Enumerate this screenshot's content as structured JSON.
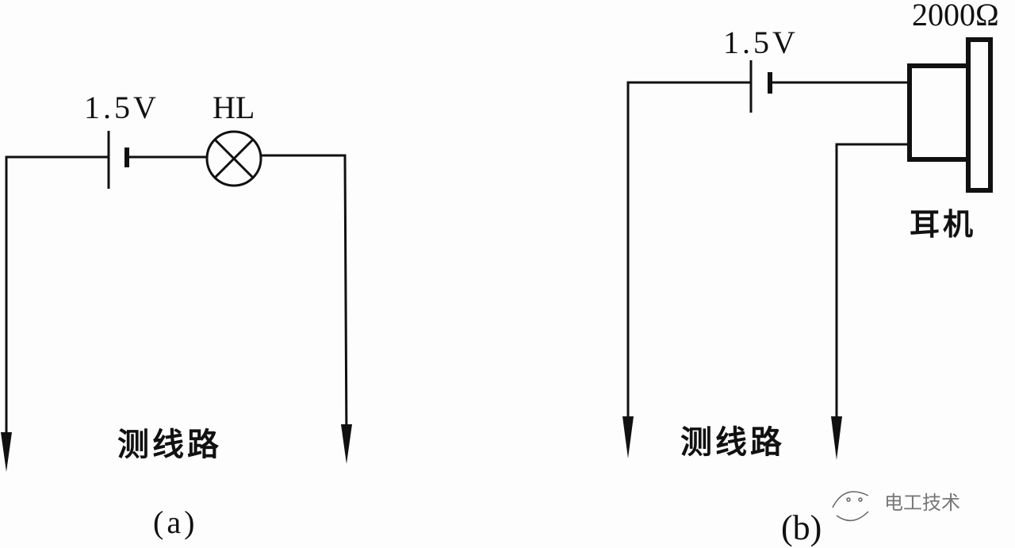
{
  "diagram_a": {
    "battery_label": "1.5V",
    "lamp_label": "HL",
    "line_label": "测线路",
    "caption": "(a)"
  },
  "diagram_b": {
    "battery_label": "1.5V",
    "resistance_label": "2000Ω",
    "earphone_label": "耳机",
    "line_label": "测线路",
    "caption": "(b)"
  },
  "watermark": {
    "text": "电工技术"
  },
  "colors": {
    "ink": "#111111",
    "background": "#fdfdfd",
    "watermark": "#777777"
  }
}
